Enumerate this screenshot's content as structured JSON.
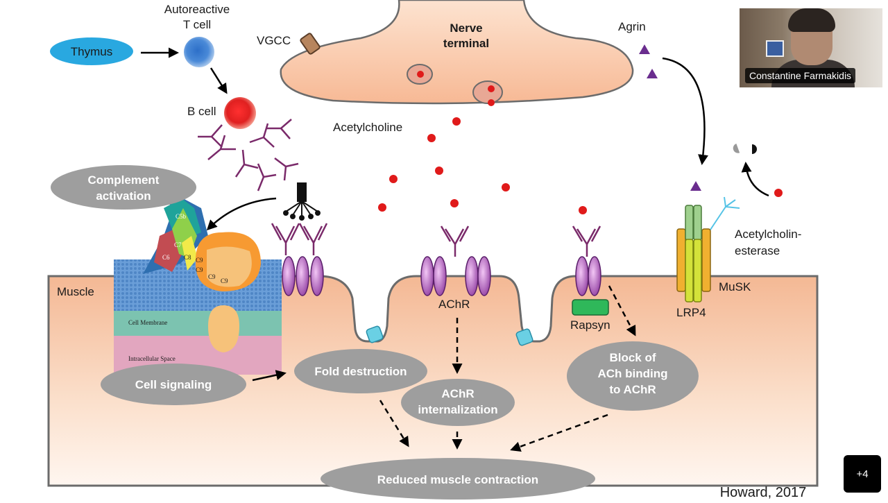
{
  "slide": {
    "citation": "Howard, 2017",
    "labels": {
      "autoreactive": "Autoreactive",
      "t_cell": "T cell",
      "thymus": "Thymus",
      "b_cell": "B cell",
      "vgcc": "VGCC",
      "nerve": "Nerve",
      "terminal": "terminal",
      "agrin": "Agrin",
      "acetylcholine": "Acetylcholine",
      "complement": "Complement",
      "activation": "activation",
      "muscle": "Muscle",
      "achr": "AChR",
      "rapsyn": "Rapsyn",
      "lrp4": "LRP4",
      "musk": "MuSK",
      "ache_line1": "Acetylcholin-",
      "ache_line2": "esterase",
      "cell_membrane": "Cell Membrane",
      "intracellular": "Intracellular Space",
      "c5b": "C5b",
      "c6": "C6",
      "c7": "C7",
      "c8": "C8",
      "c9": "C9"
    },
    "ovals": {
      "cell_signaling": "Cell signaling",
      "fold_destruction": "Fold destruction",
      "achr_int_1": "AChR",
      "achr_int_2": "internalization",
      "block_1": "Block of",
      "block_2": "ACh binding",
      "block_3": "to AChR",
      "reduced": "Reduced muscle contraction"
    }
  },
  "video": {
    "participant_name": "Constantine Farmakidis"
  },
  "controls": {
    "more_participants": "+4"
  },
  "colors": {
    "oval_gray": "#9e9e9e",
    "thymus_blue": "#29a8e0",
    "muscle_peach": "#f6c7a6",
    "ach_red": "#e01a1a",
    "achr_purple": "#8e3a9e",
    "antibody_purple": "#7a2a6a"
  }
}
